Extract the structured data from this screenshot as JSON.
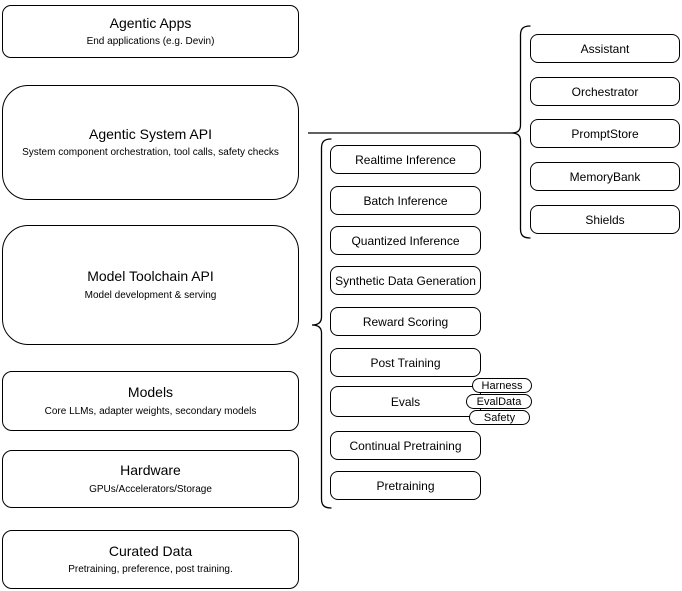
{
  "diagram": {
    "stack": [
      {
        "title": "Agentic Apps",
        "subtitle": "End applications (e.g. Devin)"
      },
      {
        "title": "Agentic System API",
        "subtitle": "System component orchestration, tool calls, safety checks"
      },
      {
        "title": "Model Toolchain API",
        "subtitle": "Model development & serving"
      },
      {
        "title": "Models",
        "subtitle": "Core LLMs, adapter weights, secondary models"
      },
      {
        "title": "Hardware",
        "subtitle": "GPUs/Accelerators/Storage"
      },
      {
        "title": "Curated Data",
        "subtitle": "Pretraining, preference, post training."
      }
    ],
    "toolchain": [
      "Realtime Inference",
      "Batch Inference",
      "Quantized Inference",
      "Synthetic Data Generation",
      "Reward Scoring",
      "Post Training",
      "Evals",
      "Continual Pretraining",
      "Pretraining"
    ],
    "eval_tags": [
      "Harness",
      "EvalData",
      "Safety"
    ],
    "agentic_components": [
      "Assistant",
      "Orchestrator",
      "PromptStore",
      "MemoryBank",
      "Shields"
    ],
    "colors": {
      "stroke": "#000000",
      "fill": "#ffffff",
      "text": "#000000"
    }
  }
}
